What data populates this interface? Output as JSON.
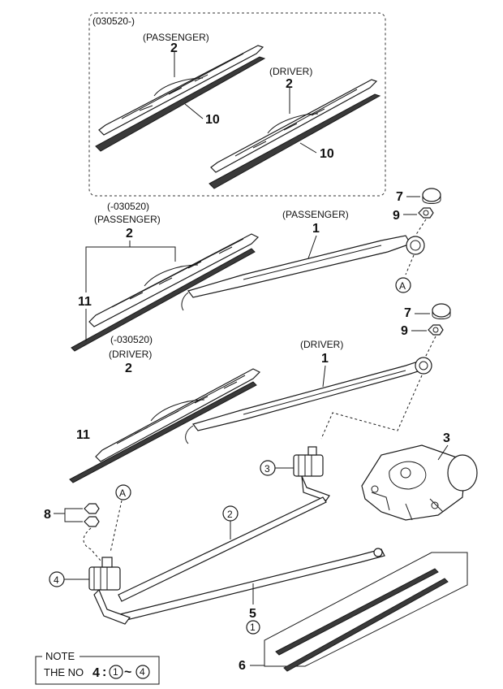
{
  "inset_top": {
    "code": "(030520-)",
    "passenger": "(PASSENGER)",
    "driver": "(DRIVER)",
    "blade_no": "2",
    "refill_no": "10"
  },
  "blade_pass": {
    "code": "(-030520)",
    "caption": "(PASSENGER)",
    "blade_no": "2",
    "refill_no": "11"
  },
  "blade_drv": {
    "code": "(-030520)",
    "caption": "(DRIVER)",
    "blade_no": "2",
    "refill_no": "11"
  },
  "arm_pass": {
    "caption": "(PASSENGER)",
    "no": "1",
    "cap_no": "7",
    "nut_no": "9",
    "ref": "A"
  },
  "arm_drv": {
    "caption": "(DRIVER)",
    "no": "1",
    "cap_no": "7",
    "nut_no": "9"
  },
  "motor": {
    "no": "3",
    "circled_no": "3"
  },
  "linkage": {
    "nut_no": "8",
    "ref": "A",
    "pivot_no": "4",
    "rod_no": "2",
    "link_no": "5",
    "link_sub": "1"
  },
  "refills": {
    "no": "6"
  },
  "note": {
    "title": "NOTE",
    "prefix": "THE NO",
    "num": "4",
    "sep": ":",
    "from": "1",
    "tilde": "~",
    "to": "4"
  }
}
